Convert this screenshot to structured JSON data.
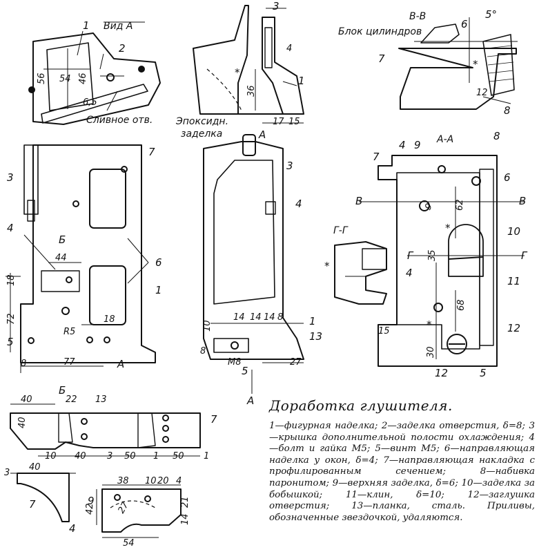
{
  "caption": {
    "title": "Доработка глушителя.",
    "legend": "1—фигурная наделка; 2—заделка отверстия, δ=8; 3—крышка дополнительной полости охлаждения; 4—болт и гайка М5; 5—винт М5; 6—направляющая наделка у окон, δ=4; 7—направляющая накладка с профилированным сечением; 8—набивка паронитом; 9—верхняя заделка, δ=6; 10—заделка за бобышкой; 11—клин, δ=10; 12—заглушка отверстия; 13—планка, сталь. Приливы, обозначенные звездочкой, удаляются."
  },
  "views": {
    "view_a": "Вид А",
    "section_bb": "В-В",
    "section_aa": "А-А",
    "section_gg": "Г-Г",
    "cylinder_block": "Блок цилиндров",
    "drain_hole": "Сливное отв.",
    "epoxy_line1": "Эпоксидн.",
    "epoxy_line2": "заделка"
  },
  "part_numbers": {
    "n1": "1",
    "n2": "2",
    "n3": "3",
    "n4": "4",
    "n5": "5",
    "n6": "6",
    "n7": "7",
    "n8": "8",
    "n9": "9",
    "n10": "10",
    "n11": "11",
    "n12": "12",
    "n13": "13"
  },
  "dimensions": {
    "d56": "56",
    "d54": "54",
    "d46": "46",
    "d65": "6,5",
    "d3": "3",
    "d36": "36",
    "d17": "17",
    "d15": "15",
    "d5deg": "5°",
    "d12": "12",
    "d44": "44",
    "d18": "18",
    "d72": "72",
    "dR5": "R5",
    "d8": "8",
    "d77": "77",
    "d62": "62",
    "d35": "35",
    "d68": "68",
    "d30": "30",
    "d14": "14",
    "d10": "10",
    "d27": "27",
    "dM8": "M8",
    "d40": "40",
    "d22": "22",
    "d13": "13",
    "d50": "50",
    "d1": "1",
    "d38": "38",
    "d20": "20",
    "d21": "21",
    "d4": "4",
    "d9": "9",
    "d42": "42"
  },
  "markers": {
    "A": "A",
    "B": "Б",
    "V": "В",
    "G": "Г",
    "star": "*"
  }
}
